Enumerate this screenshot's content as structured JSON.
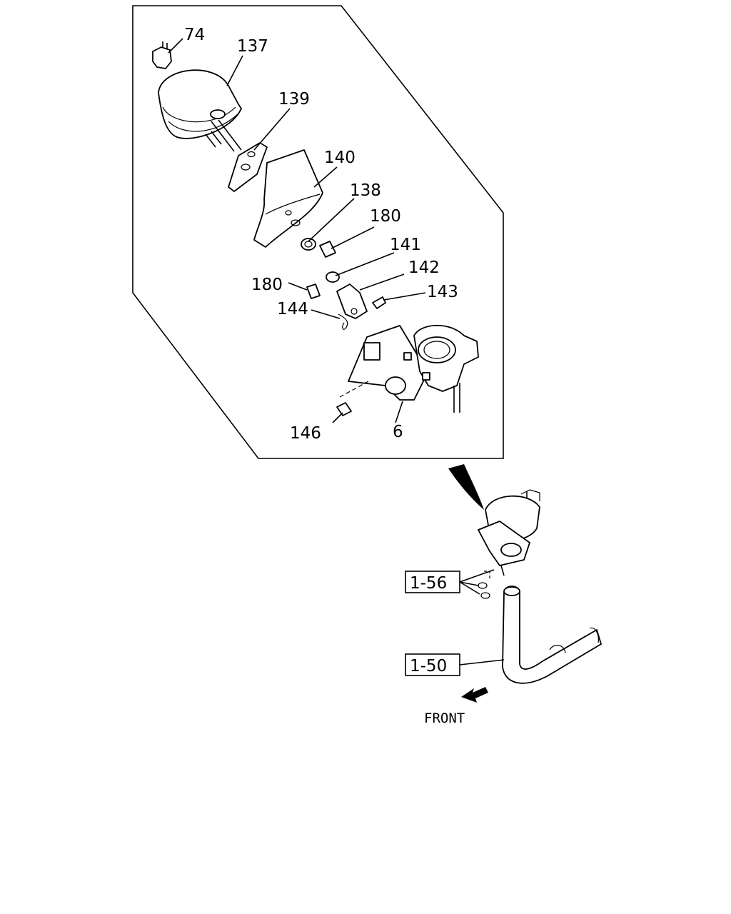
{
  "diagram": {
    "callouts": {
      "p74": "74",
      "p137": "137",
      "p139": "139",
      "p140": "140",
      "p138": "138",
      "p180a": "180",
      "p141": "141",
      "p180b": "180",
      "p142": "142",
      "p143": "143",
      "p144": "144",
      "p146": "146",
      "p6": "6"
    },
    "refs": {
      "r156": "1-56",
      "r150": "1-50"
    },
    "direction": "FRONT"
  }
}
